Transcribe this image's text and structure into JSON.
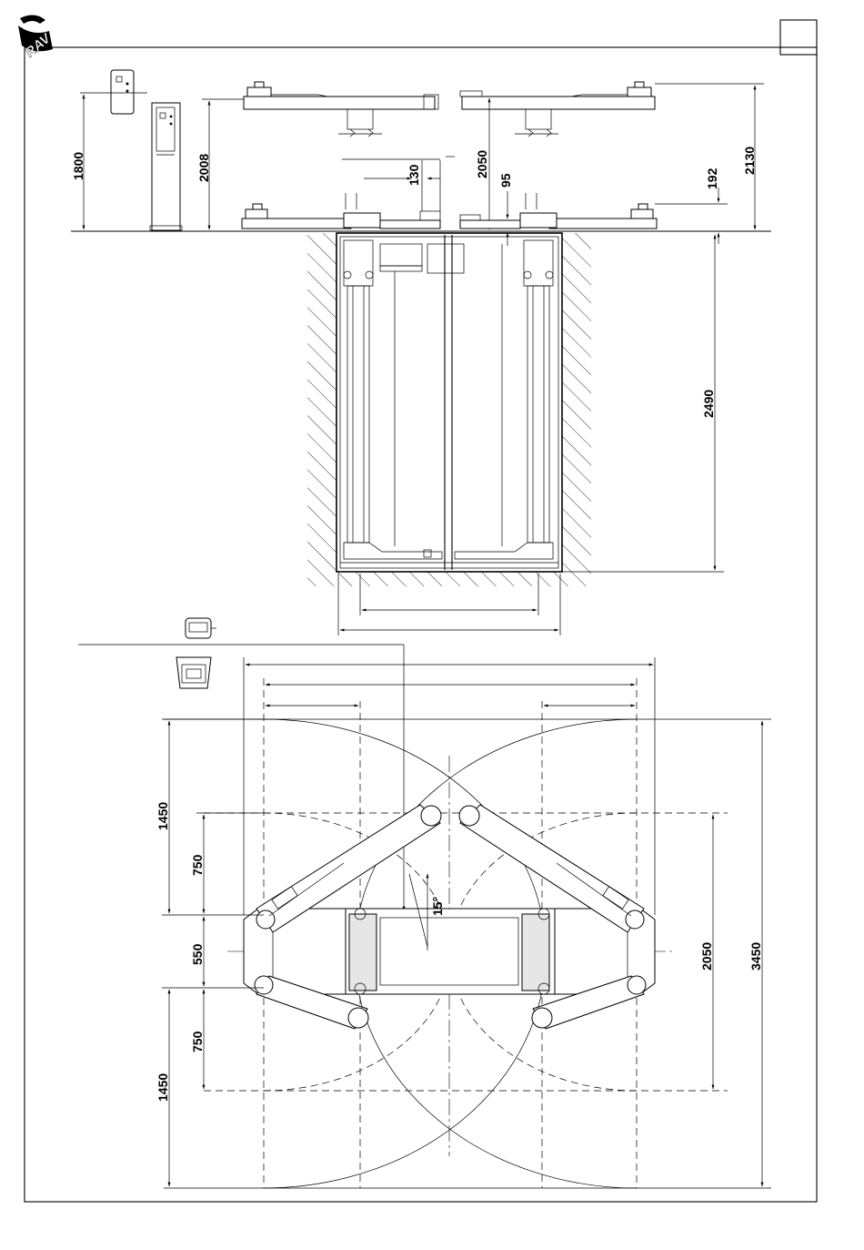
{
  "logo": {
    "text": "RAV"
  },
  "elevation_view": {
    "dim_column_height": "1800",
    "dim_raised_lower": "2008",
    "dim_max_height": "2130",
    "dim_arm_offset": "2050",
    "dim_pad_width": "130",
    "dim_min_height": "95",
    "dim_pad_height": "192",
    "dim_pit_depth": "2490"
  },
  "plan_view": {
    "dim_upper_arm_length": "1450",
    "dim_upper_arm_short": "750",
    "dim_center_span": "550",
    "dim_lower_arm_short": "750",
    "dim_lower_arm_length": "1450",
    "dim_pad_spacing": "2050",
    "dim_overall_length": "3450",
    "label_angle": "15°"
  }
}
